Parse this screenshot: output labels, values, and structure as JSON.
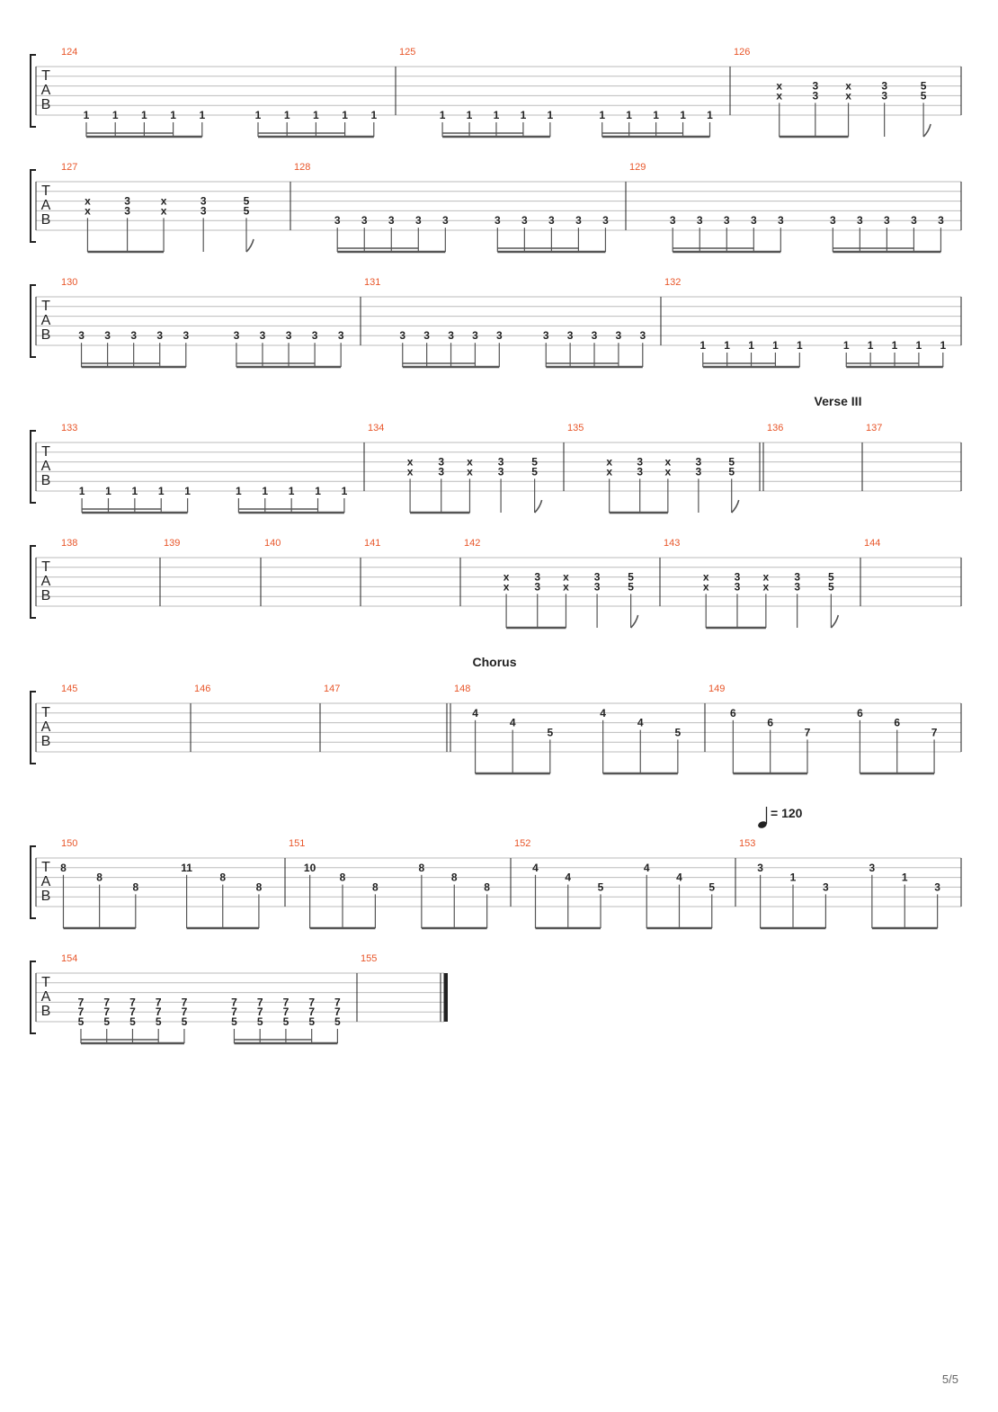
{
  "page": {
    "number_label": "5/5"
  },
  "tab_clef": [
    "T",
    "A",
    "B"
  ],
  "section_markers": [
    {
      "measure": 136,
      "label": "Verse III"
    },
    {
      "measure": 148,
      "label": "Chorus"
    }
  ],
  "tempo_marking": {
    "measure": 153,
    "label": "= 120"
  },
  "systems": [
    {
      "measures": [
        {
          "number": "124",
          "notes": [
            [
              "1"
            ],
            [
              "1"
            ],
            [
              "1"
            ],
            [
              "1"
            ],
            [
              "1"
            ],
            [
              "1"
            ],
            [
              "1"
            ],
            [
              "1"
            ],
            [
              "1"
            ],
            [
              "1"
            ]
          ]
        },
        {
          "number": "125",
          "notes": [
            [
              "1"
            ],
            [
              "1"
            ],
            [
              "1"
            ],
            [
              "1"
            ],
            [
              "1"
            ],
            [
              "1"
            ],
            [
              "1"
            ],
            [
              "1"
            ],
            [
              "1"
            ],
            [
              "1"
            ]
          ]
        },
        {
          "number": "126",
          "notes": [
            [
              "x",
              "x"
            ],
            [
              "3",
              "3"
            ],
            [
              "x",
              "x"
            ],
            [
              "3",
              "3"
            ],
            [
              "5",
              "5"
            ]
          ]
        }
      ]
    },
    {
      "measures": [
        {
          "number": "127",
          "notes": [
            [
              "x",
              "x"
            ],
            [
              "3",
              "3"
            ],
            [
              "x",
              "x"
            ],
            [
              "3",
              "3"
            ],
            [
              "5",
              "5"
            ]
          ]
        },
        {
          "number": "128",
          "notes": [
            [
              "3"
            ],
            [
              "3"
            ],
            [
              "3"
            ],
            [
              "3"
            ],
            [
              "3"
            ],
            [
              "3"
            ],
            [
              "3"
            ],
            [
              "3"
            ],
            [
              "3"
            ],
            [
              "3"
            ]
          ]
        },
        {
          "number": "129",
          "notes": [
            [
              "3"
            ],
            [
              "3"
            ],
            [
              "3"
            ],
            [
              "3"
            ],
            [
              "3"
            ],
            [
              "3"
            ],
            [
              "3"
            ],
            [
              "3"
            ],
            [
              "3"
            ],
            [
              "3"
            ]
          ]
        }
      ]
    },
    {
      "measures": [
        {
          "number": "130",
          "notes": [
            [
              "3"
            ],
            [
              "3"
            ],
            [
              "3"
            ],
            [
              "3"
            ],
            [
              "3"
            ],
            [
              "3"
            ],
            [
              "3"
            ],
            [
              "3"
            ],
            [
              "3"
            ],
            [
              "3"
            ]
          ]
        },
        {
          "number": "131",
          "notes": [
            [
              "3"
            ],
            [
              "3"
            ],
            [
              "3"
            ],
            [
              "3"
            ],
            [
              "3"
            ],
            [
              "3"
            ],
            [
              "3"
            ],
            [
              "3"
            ],
            [
              "3"
            ],
            [
              "3"
            ]
          ]
        },
        {
          "number": "132",
          "notes": [
            [
              "1"
            ],
            [
              "1"
            ],
            [
              "1"
            ],
            [
              "1"
            ],
            [
              "1"
            ],
            [
              "1"
            ],
            [
              "1"
            ],
            [
              "1"
            ],
            [
              "1"
            ],
            [
              "1"
            ]
          ]
        }
      ]
    },
    {
      "measures": [
        {
          "number": "133",
          "notes": [
            [
              "1"
            ],
            [
              "1"
            ],
            [
              "1"
            ],
            [
              "1"
            ],
            [
              "1"
            ],
            [
              "1"
            ],
            [
              "1"
            ],
            [
              "1"
            ],
            [
              "1"
            ],
            [
              "1"
            ]
          ]
        },
        {
          "number": "134",
          "notes": [
            [
              "x",
              "x"
            ],
            [
              "3",
              "3"
            ],
            [
              "x",
              "x"
            ],
            [
              "3",
              "3"
            ],
            [
              "5",
              "5"
            ]
          ]
        },
        {
          "number": "135",
          "notes": [
            [
              "x",
              "x"
            ],
            [
              "3",
              "3"
            ],
            [
              "x",
              "x"
            ],
            [
              "3",
              "3"
            ],
            [
              "5",
              "5"
            ]
          ]
        },
        {
          "number": "136",
          "notes": []
        },
        {
          "number": "137",
          "notes": []
        }
      ]
    },
    {
      "measures": [
        {
          "number": "138",
          "notes": []
        },
        {
          "number": "139",
          "notes": []
        },
        {
          "number": "140",
          "notes": []
        },
        {
          "number": "141",
          "notes": []
        },
        {
          "number": "142",
          "notes": [
            [
              "x",
              "x"
            ],
            [
              "3",
              "3"
            ],
            [
              "x",
              "x"
            ],
            [
              "3",
              "3"
            ],
            [
              "5",
              "5"
            ]
          ]
        },
        {
          "number": "143",
          "notes": [
            [
              "x",
              "x"
            ],
            [
              "3",
              "3"
            ],
            [
              "x",
              "x"
            ],
            [
              "3",
              "3"
            ],
            [
              "5",
              "5"
            ]
          ]
        },
        {
          "number": "144",
          "notes": []
        }
      ]
    },
    {
      "measures": [
        {
          "number": "145",
          "notes": []
        },
        {
          "number": "146",
          "notes": []
        },
        {
          "number": "147",
          "notes": []
        },
        {
          "number": "148",
          "notes": [
            [
              "4"
            ],
            [
              "4"
            ],
            [
              "5"
            ],
            [
              "4"
            ],
            [
              "4"
            ],
            [
              "5"
            ]
          ]
        },
        {
          "number": "149",
          "notes": [
            [
              "6"
            ],
            [
              "6"
            ],
            [
              "7"
            ],
            [
              "6"
            ],
            [
              "6"
            ],
            [
              "7"
            ]
          ]
        }
      ]
    },
    {
      "measures": [
        {
          "number": "150",
          "notes": [
            [
              "8"
            ],
            [
              "8"
            ],
            [
              "8"
            ],
            [
              "11"
            ],
            [
              "8"
            ],
            [
              "8"
            ]
          ]
        },
        {
          "number": "151",
          "notes": [
            [
              "10"
            ],
            [
              "8"
            ],
            [
              "8"
            ],
            [
              "8"
            ],
            [
              "8"
            ],
            [
              "8"
            ]
          ]
        },
        {
          "number": "152",
          "notes": [
            [
              "4"
            ],
            [
              "4"
            ],
            [
              "5"
            ],
            [
              "4"
            ],
            [
              "4"
            ],
            [
              "5"
            ]
          ]
        },
        {
          "number": "153",
          "notes": [
            [
              "3"
            ],
            [
              "1"
            ],
            [
              "3"
            ],
            [
              "3"
            ],
            [
              "1"
            ],
            [
              "3"
            ]
          ]
        }
      ]
    },
    {
      "measures": [
        {
          "number": "154",
          "notes": [
            [
              "7",
              "7",
              "5"
            ],
            [
              "7",
              "7",
              "5"
            ],
            [
              "7",
              "7",
              "5"
            ],
            [
              "7",
              "7",
              "5"
            ],
            [
              "7",
              "7",
              "5"
            ],
            [
              "7",
              "7",
              "5"
            ],
            [
              "7",
              "7",
              "5"
            ],
            [
              "7",
              "7",
              "5"
            ],
            [
              "7",
              "7",
              "5"
            ],
            [
              "7",
              "7",
              "5"
            ]
          ]
        },
        {
          "number": "155",
          "notes": []
        }
      ]
    }
  ]
}
